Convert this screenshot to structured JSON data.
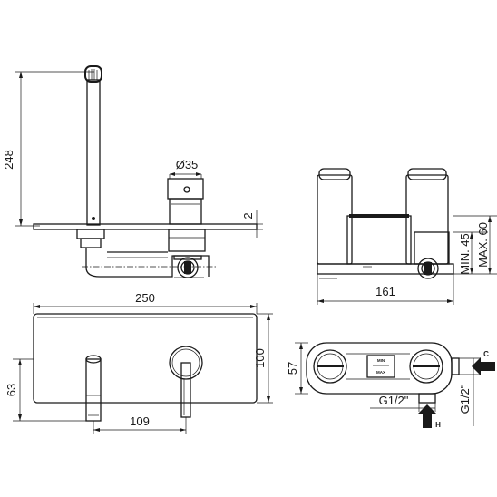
{
  "dimensions": {
    "height_spout": "248",
    "lever_diameter": "Ø35",
    "plate_thickness": "2",
    "depth_min": "MIN. 45",
    "depth_max": "MAX. 60",
    "body_width": "161",
    "plate_width": "250",
    "plate_height": "100",
    "spout_height_front": "63",
    "spout_to_lever": "109",
    "body_height": "57",
    "connection_1": "G1/2\"",
    "connection_2": "G1/2\""
  },
  "labels": {
    "cold": "C",
    "hot": "H",
    "min_mark": "MIN",
    "max_mark": "MAX"
  }
}
